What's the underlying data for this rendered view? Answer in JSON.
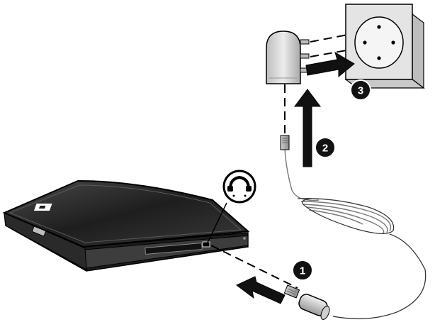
{
  "figure": {
    "steps": [
      {
        "number": "1",
        "action": "connect-modem-cable-to-computer"
      },
      {
        "number": "2",
        "action": "connect-cable-to-country-adapter"
      },
      {
        "number": "3",
        "action": "plug-adapter-into-wall-jack"
      }
    ],
    "icons": {
      "modem_jack": "telephone-handset-icon",
      "laptop_logo": "logo-icon"
    },
    "colors": {
      "background": "#ffffff",
      "laptop_body": "#2b2b2b",
      "arrows": "#111111",
      "step_badges": "#111111",
      "adapter_housing": "#d4d4d4",
      "wall_socket": "#e4e4e4"
    }
  }
}
